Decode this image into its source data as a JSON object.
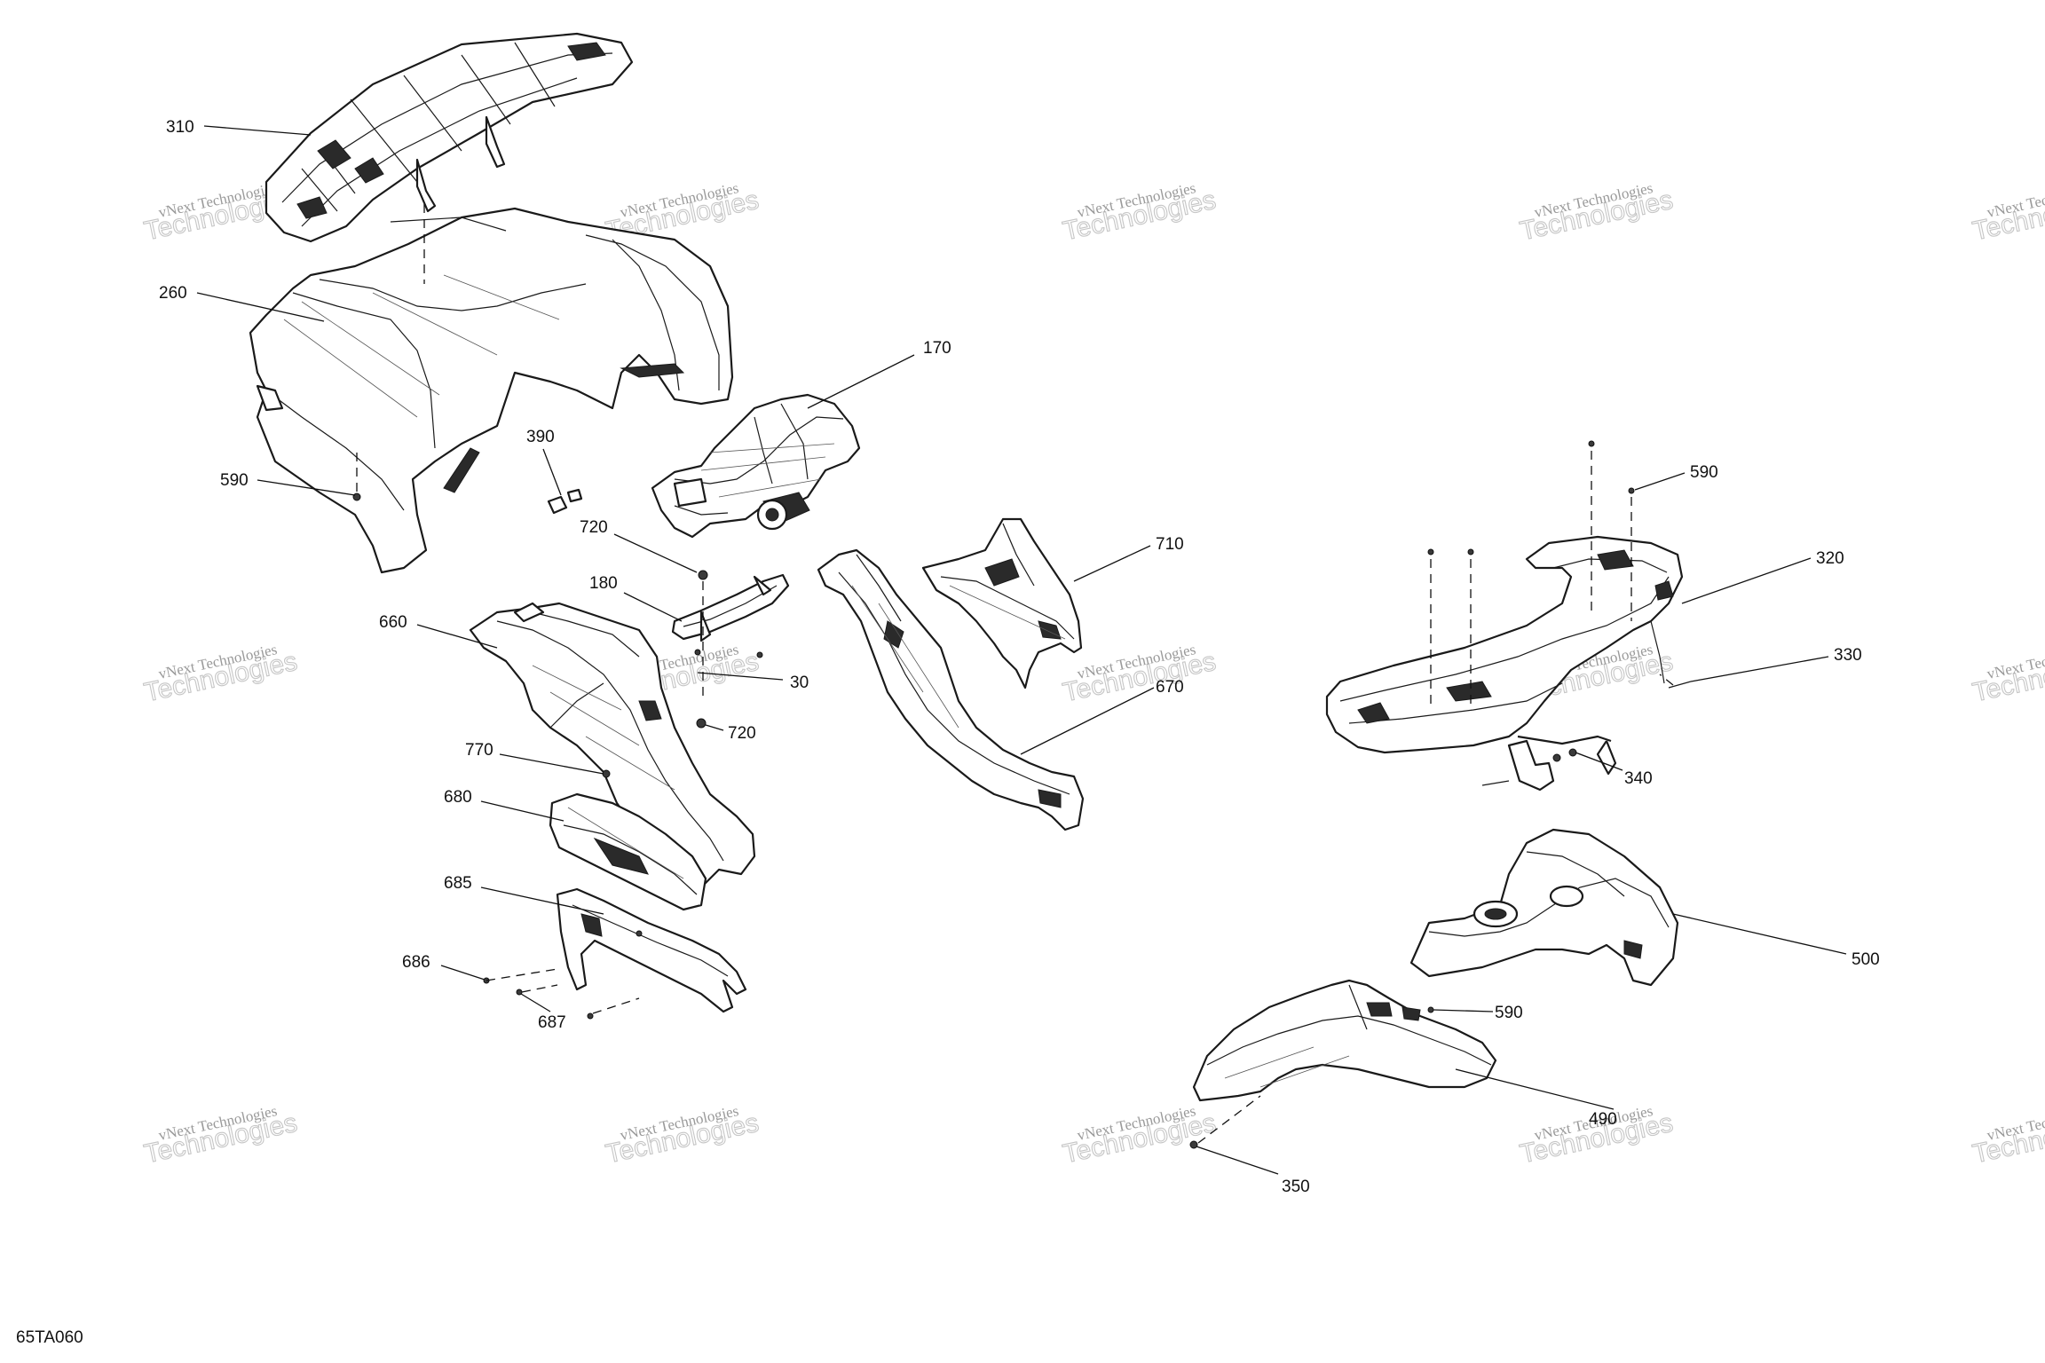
{
  "watermark": {
    "line1": "vNext Technologies",
    "line2": "Technologies",
    "corner_fragment": "vNext"
  },
  "figure_ref": "65TA060",
  "callouts": [
    "310",
    "260",
    "170",
    "390",
    "590",
    "720",
    "180",
    "660",
    "30",
    "720",
    "770",
    "680",
    "685",
    "686",
    "687",
    "710",
    "670",
    "590",
    "320",
    "330",
    "340",
    "500",
    "590",
    "490",
    "350"
  ]
}
